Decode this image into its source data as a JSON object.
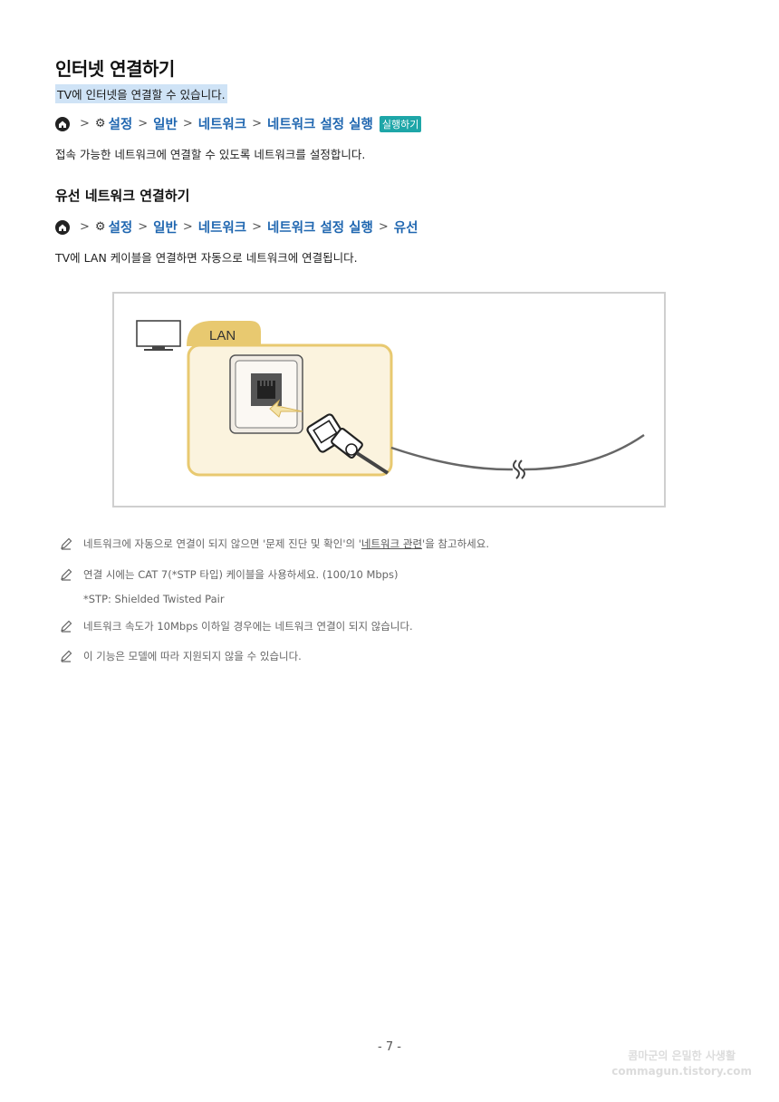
{
  "title": "인터넷 연결하기",
  "subtitle": "TV에 인터넷을 연결할 수 있습니다.",
  "path1": {
    "items": [
      "설정",
      "일반",
      "네트워크",
      "네트워크 설정 실행"
    ],
    "badge": "실행하기",
    "separator": ">"
  },
  "intro": "접속 가능한 네트워크에 연결할 수 있도록 네트워크를 설정합니다.",
  "section": {
    "title": "유선 네트워크 연결하기",
    "path": [
      "설정",
      "일반",
      "네트워크",
      "네트워크 설정 실행",
      "유선"
    ],
    "text": "TV에 LAN 케이블을 연결하면 자동으로 네트워크에 연결됩니다."
  },
  "figure": {
    "tab_label": "LAN",
    "accent": "#e8c970",
    "panel_bg": "#fbf3de"
  },
  "notes": {
    "note1_pre": "네트워크에 자동으로 연결이 되지 않으면 '문제 진단 및 확인'의 '",
    "note1_link": "네트워크 관련",
    "note1_post": "'을 참고하세요.",
    "note2": "연결 시에는 CAT 7(*STP 타입) 케이블을 사용하세요. (100/10 Mbps)",
    "note2_sub": "*STP: Shielded Twisted Pair",
    "note3": "네트워크 속도가 10Mbps 이하일 경우에는 네트워크 연결이 되지 않습니다.",
    "note4": "이 기능은 모델에 따라 지원되지 않을 수 있습니다."
  },
  "page_number": "- 7 -",
  "watermark": {
    "line1": "콤마군의 은밀한 사생활",
    "line2": "commagun.tistory.com"
  }
}
